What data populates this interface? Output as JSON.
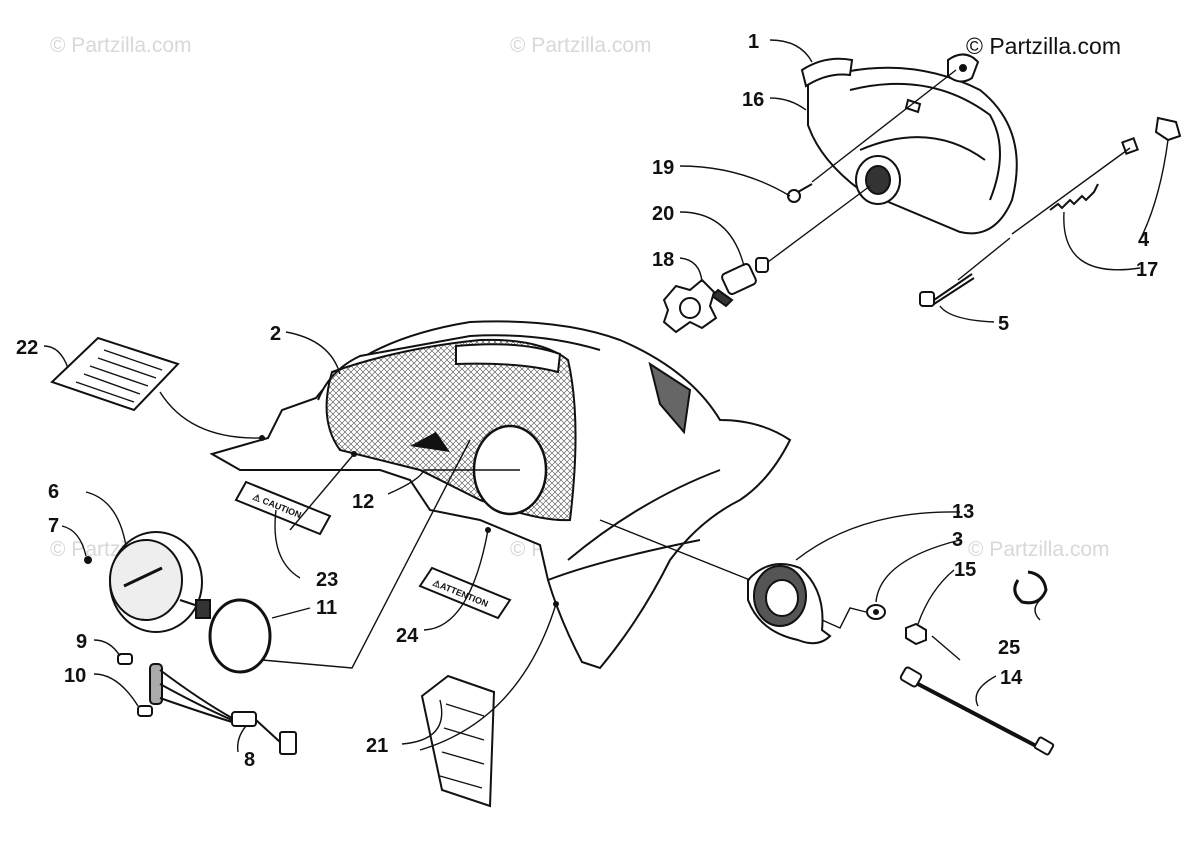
{
  "copyright": "© Partzilla.com",
  "watermarks": [
    "© Partzilla.com",
    "© Partzilla.com",
    "© Partzilla.com",
    "© Partzilla.com",
    "© Partzilla.com"
  ],
  "decals": {
    "caution": "⚠ CAUTION",
    "attention": "⚠ATTENTION"
  },
  "callouts": [
    {
      "id": "1",
      "label": "1"
    },
    {
      "id": "2",
      "label": "2"
    },
    {
      "id": "3",
      "label": "3"
    },
    {
      "id": "4",
      "label": "4"
    },
    {
      "id": "5",
      "label": "5"
    },
    {
      "id": "6",
      "label": "6"
    },
    {
      "id": "7",
      "label": "7"
    },
    {
      "id": "8",
      "label": "8"
    },
    {
      "id": "9",
      "label": "9"
    },
    {
      "id": "10",
      "label": "10"
    },
    {
      "id": "11",
      "label": "11"
    },
    {
      "id": "12",
      "label": "12"
    },
    {
      "id": "13",
      "label": "13"
    },
    {
      "id": "14",
      "label": "14"
    },
    {
      "id": "15",
      "label": "15"
    },
    {
      "id": "16",
      "label": "16"
    },
    {
      "id": "17",
      "label": "17"
    },
    {
      "id": "18",
      "label": "18"
    },
    {
      "id": "19",
      "label": "19"
    },
    {
      "id": "20",
      "label": "20"
    },
    {
      "id": "21",
      "label": "21"
    },
    {
      "id": "22",
      "label": "22"
    },
    {
      "id": "23",
      "label": "23"
    },
    {
      "id": "24",
      "label": "24"
    },
    {
      "id": "25",
      "label": "25"
    }
  ]
}
